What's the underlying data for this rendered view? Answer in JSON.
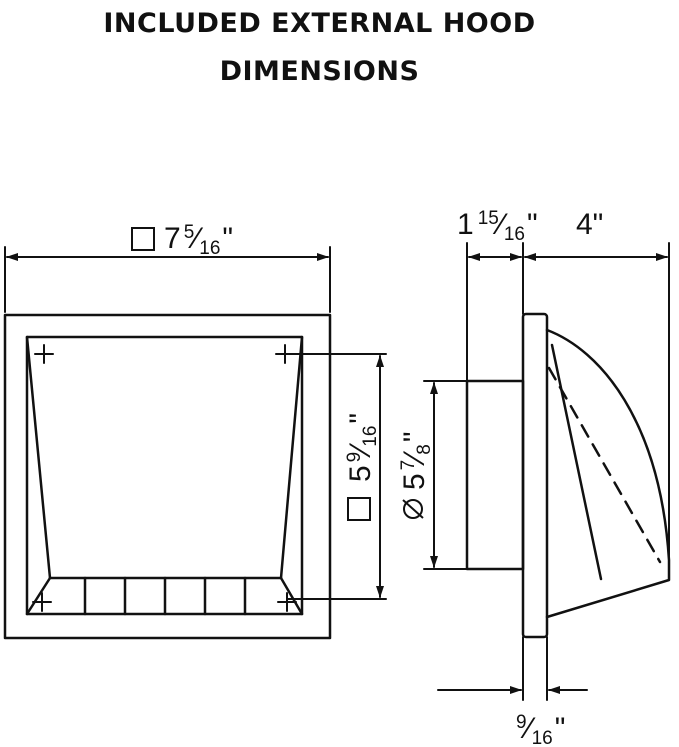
{
  "title": {
    "line1": "INCLUDED EXTERNAL HOOD",
    "line2": "DIMENSIONS"
  },
  "dimensions": {
    "square_width": {
      "whole": "7",
      "num": "5",
      "den": "16",
      "unit": "\""
    },
    "square_inner": {
      "whole": "5",
      "num": "9",
      "den": "16",
      "unit": "\""
    },
    "duct_diameter": {
      "whole": "5",
      "num": "7",
      "den": "8",
      "unit": "\""
    },
    "flange_depth": {
      "whole": "1",
      "num": "15",
      "den": "16",
      "unit": "\""
    },
    "hood_depth": {
      "value": "4\""
    },
    "plate_thickness": {
      "num": "9",
      "den": "16",
      "unit": "\""
    }
  },
  "symbols": {
    "square": "square-symbol",
    "diameter": "diameter-symbol"
  },
  "colors": {
    "line": "#111111",
    "background": "#ffffff"
  }
}
